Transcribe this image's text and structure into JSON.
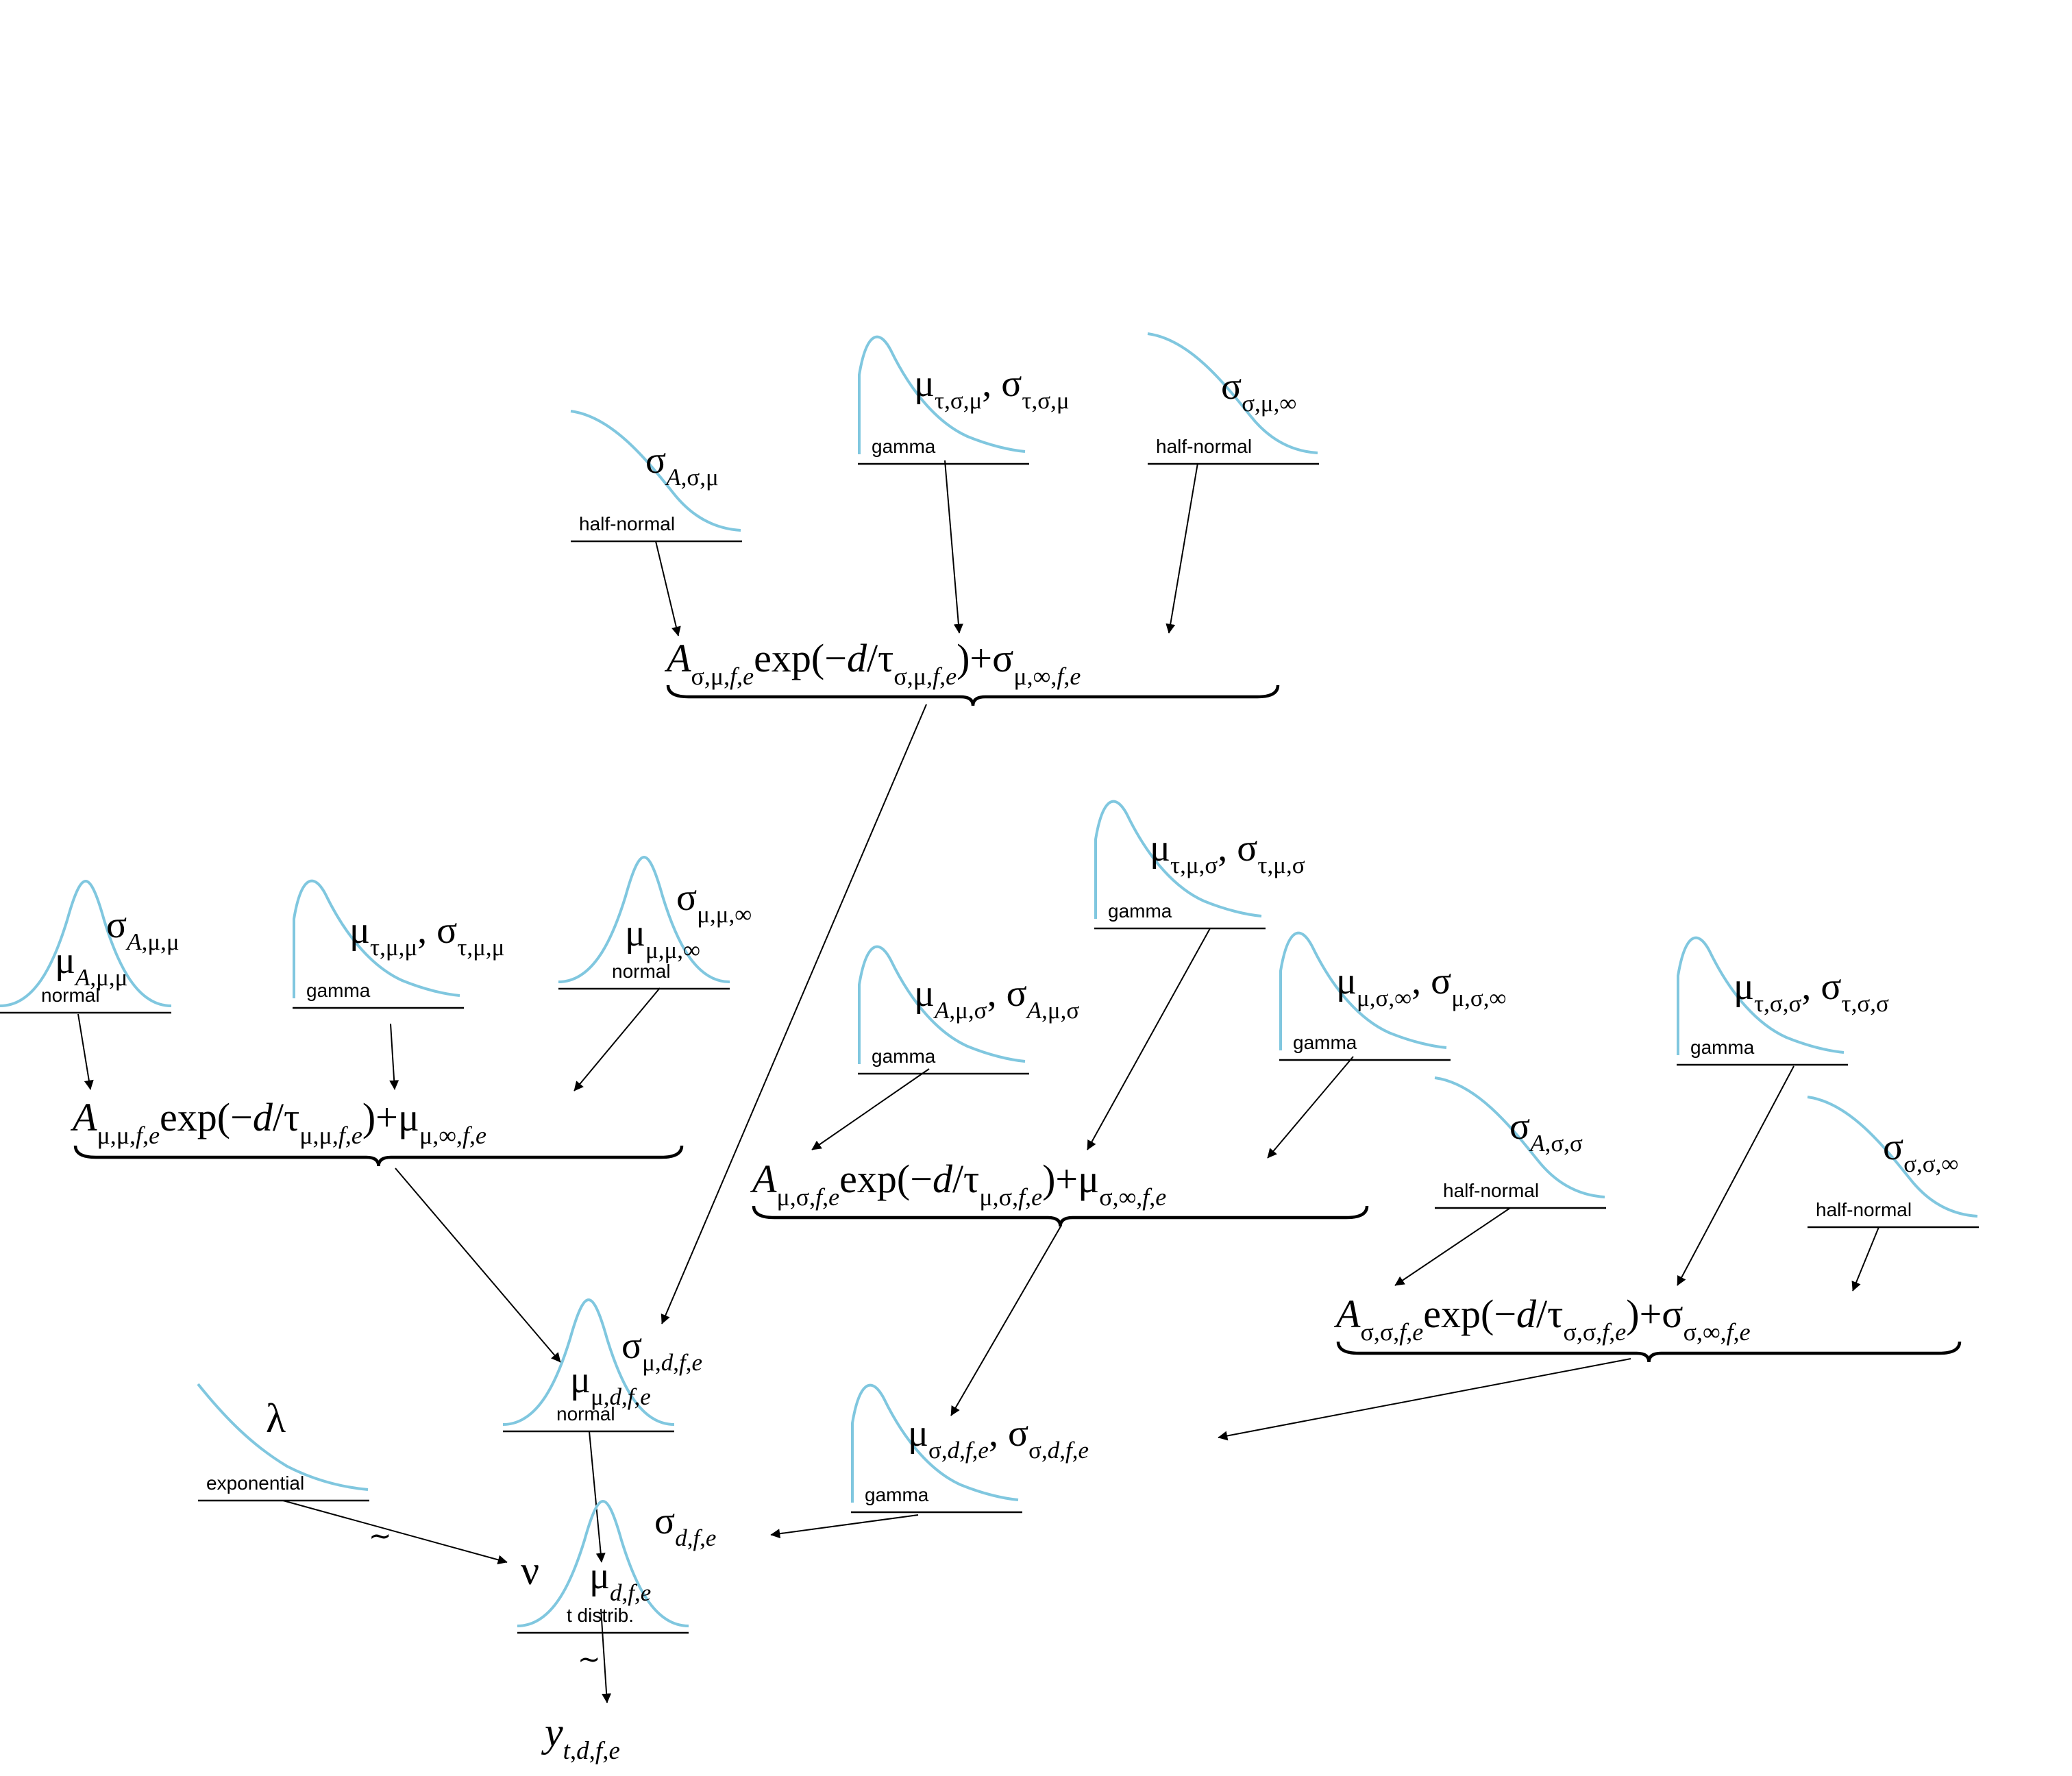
{
  "distributions": {
    "d_sigma_A_sigma_mu": "half-normal",
    "d_tau_sigma_mu": "gamma",
    "d_sigma_sigma_mu_inf": "half-normal",
    "d_A_mu_mu": "normal",
    "d_tau_mu_mu": "gamma",
    "d_mu_mu_inf": "normal",
    "d_tau_mu_sigma": "gamma",
    "d_A_mu_sigma": "gamma",
    "d_mu_sigma_inf": "gamma",
    "d_tau_sigma_sigma": "gamma",
    "d_sigma_A_sigma_sigma": "half-normal",
    "d_sigma_sigma_sigma_inf": "half-normal",
    "d_mu_dfe": "normal",
    "d_lambda": "exponential",
    "d_sigma_dfe": "gamma",
    "d_likelihood": "t distrib."
  },
  "params": {
    "sigma_A_sigma_mu": [
      [
        "σ",
        ""
      ],
      [
        "A",
        "i"
      ],
      [
        ",σ,μ",
        ""
      ]
    ],
    "tau_sigma_mu": [
      [
        "μ",
        ""
      ],
      [
        "τ,σ,μ",
        ""
      ],
      [
        ", σ",
        ""
      ],
      [
        "τ,σ,μ",
        ""
      ]
    ],
    "sigma_sigma_mu_inf": [
      [
        "σ",
        ""
      ],
      [
        "σ,μ,∞",
        ""
      ]
    ],
    "sigma_A_mu_mu": [
      [
        "σ",
        ""
      ],
      [
        "A",
        "i"
      ],
      [
        ",μ,μ",
        ""
      ]
    ],
    "mu_A_mu_mu": [
      [
        "μ",
        ""
      ],
      [
        "A",
        "i"
      ],
      [
        ",μ,μ",
        ""
      ]
    ],
    "tau_mu_mu": [
      [
        "μ",
        ""
      ],
      [
        "τ,μ,μ",
        ""
      ],
      [
        ", σ",
        ""
      ],
      [
        "τ,μ,μ",
        ""
      ]
    ],
    "sigma_mu_mu_inf": [
      [
        "σ",
        ""
      ],
      [
        "μ,μ,∞",
        ""
      ]
    ],
    "mu_mu_mu_inf": [
      [
        "μ",
        ""
      ],
      [
        "μ,μ,∞",
        ""
      ]
    ],
    "tau_mu_sigma": [
      [
        "μ",
        ""
      ],
      [
        "τ,μ,σ",
        ""
      ],
      [
        ", σ",
        ""
      ],
      [
        "τ,μ,σ",
        ""
      ]
    ],
    "A_mu_sigma": [
      [
        "μ",
        ""
      ],
      [
        "A",
        "i"
      ],
      [
        ",μ,σ",
        ""
      ],
      [
        ", σ",
        ""
      ],
      [
        "A",
        "i"
      ],
      [
        ",μ,σ",
        ""
      ]
    ],
    "mu_sigma_inf": [
      [
        "μ",
        ""
      ],
      [
        "μ,σ,∞",
        ""
      ],
      [
        ", σ",
        ""
      ],
      [
        "μ,σ,∞",
        ""
      ]
    ],
    "tau_sigma_sigma": [
      [
        "μ",
        ""
      ],
      [
        "τ,σ,σ",
        ""
      ],
      [
        ", σ",
        ""
      ],
      [
        "τ,σ,σ",
        ""
      ]
    ],
    "sigma_A_sigma_sigma": [
      [
        "σ",
        ""
      ],
      [
        "A",
        "i"
      ],
      [
        ",σ,σ",
        ""
      ]
    ],
    "sigma_sigma_sigma_inf": [
      [
        "σ",
        ""
      ],
      [
        "σ,σ,∞",
        ""
      ]
    ],
    "sigma_mu_dfe": [
      [
        "σ",
        ""
      ],
      [
        "μ,",
        ""
      ],
      [
        "d",
        "i"
      ],
      [
        ",",
        ""
      ],
      [
        "f",
        "i"
      ],
      [
        ",",
        ""
      ],
      [
        "e",
        "i"
      ]
    ],
    "mu_mu_dfe": [
      [
        "μ",
        ""
      ],
      [
        "μ,",
        ""
      ],
      [
        "d",
        "i"
      ],
      [
        ",",
        ""
      ],
      [
        "f",
        "i"
      ],
      [
        ",",
        ""
      ],
      [
        "e",
        "i"
      ]
    ],
    "lambda": [
      [
        "λ",
        ""
      ]
    ],
    "sigma_dfe_pair": [
      [
        "μ",
        ""
      ],
      [
        "σ,",
        ""
      ],
      [
        "d",
        "i"
      ],
      [
        ",",
        ""
      ],
      [
        "f",
        "i"
      ],
      [
        ",",
        ""
      ],
      [
        "e",
        "i"
      ],
      [
        ", σ",
        ""
      ],
      [
        "σ,",
        ""
      ],
      [
        "d",
        "i"
      ],
      [
        ",",
        ""
      ],
      [
        "f",
        "i"
      ],
      [
        ",",
        ""
      ],
      [
        "e",
        "i"
      ]
    ],
    "sigma_dfe": [
      [
        "σ",
        ""
      ],
      [
        "d",
        "i"
      ],
      [
        ",",
        ""
      ],
      [
        "f",
        "i"
      ],
      [
        ",",
        ""
      ],
      [
        "e",
        "i"
      ]
    ],
    "nu": [
      [
        "ν",
        ""
      ]
    ],
    "mu_dfe": [
      [
        "μ",
        ""
      ],
      [
        "d",
        "i"
      ],
      [
        ",",
        ""
      ],
      [
        "f",
        "i"
      ],
      [
        ",",
        ""
      ],
      [
        "e",
        "i"
      ]
    ],
    "y": [
      [
        "y",
        "i"
      ],
      [
        "t",
        "i"
      ],
      [
        ",",
        ""
      ],
      [
        "d",
        "i"
      ],
      [
        ",",
        ""
      ],
      [
        "f",
        "i"
      ],
      [
        ",",
        ""
      ],
      [
        "e",
        "i"
      ]
    ]
  },
  "formulas": {
    "sigma_mu": [
      [
        "A",
        "i"
      ],
      [
        "σ,μ,",
        ""
      ],
      [
        "f",
        "i"
      ],
      [
        ",",
        ""
      ],
      [
        "e",
        "i"
      ],
      [
        "exp",
        ""
      ],
      [
        "(−",
        ""
      ],
      [
        "d",
        "i"
      ],
      [
        "/τ",
        ""
      ],
      [
        "σ,μ,",
        ""
      ],
      [
        "f",
        "i"
      ],
      [
        ",",
        ""
      ],
      [
        "e",
        "i"
      ],
      [
        ")+σ",
        ""
      ],
      [
        "μ,∞,",
        ""
      ],
      [
        "f",
        "i"
      ],
      [
        ",",
        ""
      ],
      [
        "e",
        "i"
      ]
    ],
    "mu_mu": [
      [
        "A",
        "i"
      ],
      [
        "μ,μ,",
        ""
      ],
      [
        "f",
        "i"
      ],
      [
        ",",
        ""
      ],
      [
        "e",
        "i"
      ],
      [
        "exp",
        ""
      ],
      [
        "(−",
        ""
      ],
      [
        "d",
        "i"
      ],
      [
        "/τ",
        ""
      ],
      [
        "μ,μ,",
        ""
      ],
      [
        "f",
        "i"
      ],
      [
        ",",
        ""
      ],
      [
        "e",
        "i"
      ],
      [
        ")+μ",
        ""
      ],
      [
        "μ,∞,",
        ""
      ],
      [
        "f",
        "i"
      ],
      [
        ",",
        ""
      ],
      [
        "e",
        "i"
      ]
    ],
    "mu_sigma": [
      [
        "A",
        "i"
      ],
      [
        "μ,σ,",
        ""
      ],
      [
        "f",
        "i"
      ],
      [
        ",",
        ""
      ],
      [
        "e",
        "i"
      ],
      [
        "exp",
        ""
      ],
      [
        "(−",
        ""
      ],
      [
        "d",
        "i"
      ],
      [
        "/τ",
        ""
      ],
      [
        "μ,σ,",
        ""
      ],
      [
        "f",
        "i"
      ],
      [
        ",",
        ""
      ],
      [
        "e",
        "i"
      ],
      [
        ")+μ",
        ""
      ],
      [
        "σ,∞,",
        ""
      ],
      [
        "f",
        "i"
      ],
      [
        ",",
        ""
      ],
      [
        "e",
        "i"
      ]
    ],
    "sigma_sigma": [
      [
        "A",
        "i"
      ],
      [
        "σ,σ,",
        ""
      ],
      [
        "f",
        "i"
      ],
      [
        ",",
        ""
      ],
      [
        "e",
        "i"
      ],
      [
        "exp",
        ""
      ],
      [
        "(−",
        ""
      ],
      [
        "d",
        "i"
      ],
      [
        "/τ",
        ""
      ],
      [
        "σ,σ,",
        ""
      ],
      [
        "f",
        "i"
      ],
      [
        ",",
        ""
      ],
      [
        "e",
        "i"
      ],
      [
        ")+σ",
        ""
      ],
      [
        "σ,∞,",
        ""
      ],
      [
        "f",
        "i"
      ],
      [
        ",",
        ""
      ],
      [
        "e",
        "i"
      ]
    ]
  },
  "relations": {
    "tilde_1": "~",
    "tilde_2": "~"
  },
  "colors": {
    "curve": "#80c7df",
    "ink": "#000000"
  }
}
